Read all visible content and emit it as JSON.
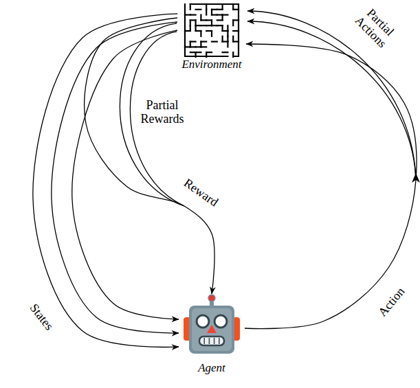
{
  "diagram": {
    "nodes": [
      {
        "text": [
          "Environment"
        ]
      },
      {
        "text": [
          "Agent"
        ]
      }
    ],
    "edges": [
      {
        "from": 0,
        "to": 1,
        "arrow": "to",
        "label": "States"
      },
      {
        "from": 0,
        "to": 1,
        "arrow": "to"
      },
      {
        "from": 0,
        "to": 1,
        "arrow": "to"
      },
      {
        "from": 0,
        "to": 1,
        "arrow": "to",
        "label": "Reward"
      },
      {
        "from": 1,
        "to": 0,
        "arrow": "to",
        "label": "Action"
      }
    ],
    "labels": [
      "Partial Rewards",
      "Partial Actions"
    ]
  }
}
